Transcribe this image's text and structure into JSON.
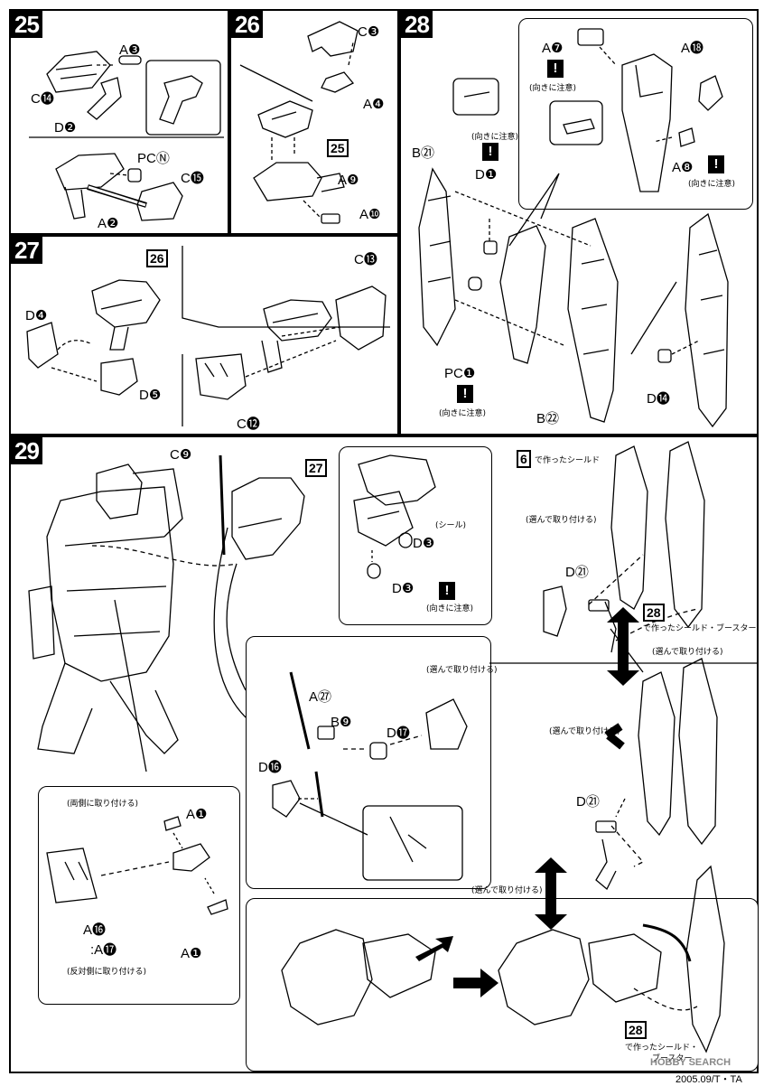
{
  "steps": {
    "s25": {
      "num": "25"
    },
    "s26": {
      "num": "26"
    },
    "s27": {
      "num": "27"
    },
    "s28": {
      "num": "28"
    },
    "s29": {
      "num": "29"
    }
  },
  "labels25": {
    "a3": "A❸",
    "c14": "C⓮",
    "d2": "D❷",
    "pcn": "PCⓃ",
    "c15": "C⓯",
    "a2": "A❷"
  },
  "labels26": {
    "c3": "C❸",
    "a4": "A❹",
    "ref25": "25",
    "a9": "A❾",
    "a10": "A❿"
  },
  "labels27": {
    "ref26": "26",
    "d4": "D❹",
    "d5": "D❺",
    "c13": "C⓭",
    "c12": "C⓬"
  },
  "labels28": {
    "a7": "A❼",
    "a18": "A⓲",
    "a8": "A❽",
    "b21": "B㉑",
    "d1": "D❶",
    "pc1": "PC❶",
    "b22": "B㉒",
    "d14": "D⓮"
  },
  "labels29": {
    "c9": "C❾",
    "ref27": "27",
    "d3a": "D❸",
    "d3b": "D❸",
    "seal": "(シール)",
    "a27": "A㉗",
    "b9": "B❾",
    "d17": "D⓱",
    "d16": "D⓰",
    "a1a": "A❶",
    "a1b": "A❶",
    "a16": "A⓰",
    "a17": ":A⓱",
    "d21a": "D㉑",
    "d21b": "D㉑",
    "ref6": "6",
    "ref28a": "28",
    "ref28b": "28"
  },
  "notes": {
    "caution": "(向きに注意)",
    "choose": "(選んで取り付ける)",
    "both_sides": "(両側に取り付ける)",
    "opposite_side": "(反対側に取り付ける)",
    "made_shield": "で作ったシールド",
    "made_shield_booster": "で作ったシールド・ブースター",
    "made_shield_booster2a": "で作ったシールド・",
    "made_shield_booster2b": "ブースター"
  },
  "footer": {
    "date": "2005.09/T・TA",
    "watermark": "HOBBY SEARCH"
  }
}
